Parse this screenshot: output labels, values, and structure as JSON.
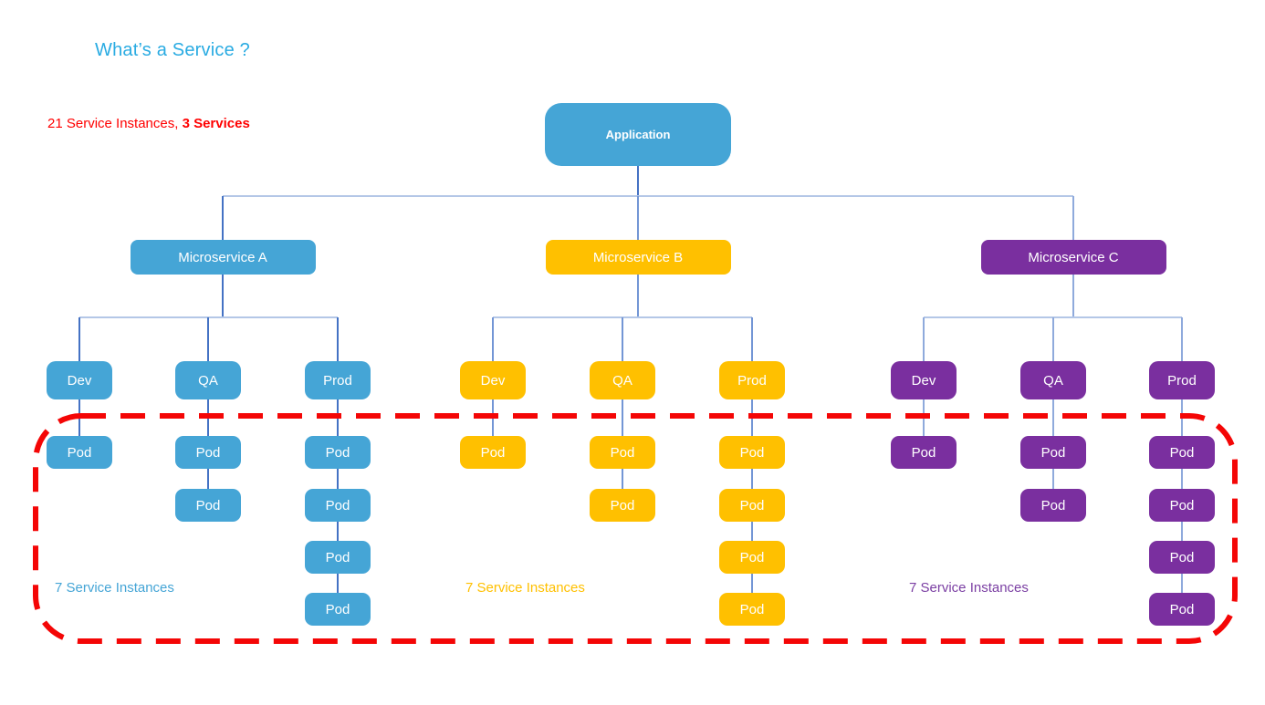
{
  "title": {
    "text": "What’s a Service ?",
    "color": "#29ABE2"
  },
  "subtitle": {
    "normal": "21 Service Instances, ",
    "bold": "3 Services",
    "color": "#FF0000"
  },
  "annotation_box": {
    "color": "#F40606"
  },
  "diagram": {
    "root": {
      "label": "Application",
      "color": "#45A5D6"
    },
    "connector_colors": {
      "horizontal": "#B4C7E7"
    },
    "groups": [
      {
        "name": "Microservice A",
        "color": "#45A5D6",
        "line_color": "#4472C4",
        "label_color": "#45A5D6",
        "instances_label": "7 Service Instances",
        "environments": [
          {
            "label": "Dev",
            "pods": [
              "Pod"
            ]
          },
          {
            "label": "QA",
            "pods": [
              "Pod",
              "Pod"
            ]
          },
          {
            "label": "Prod",
            "pods": [
              "Pod",
              "Pod",
              "Pod",
              "Pod"
            ]
          }
        ]
      },
      {
        "name": "Microservice B",
        "color": "#FFC000",
        "line_color": "#7396D5",
        "label_color": "#FFC000",
        "instances_label": "7 Service Instances",
        "environments": [
          {
            "label": "Dev",
            "pods": [
              "Pod"
            ]
          },
          {
            "label": "QA",
            "pods": [
              "Pod",
              "Pod"
            ]
          },
          {
            "label": "Prod",
            "pods": [
              "Pod",
              "Pod",
              "Pod",
              "Pod"
            ]
          }
        ]
      },
      {
        "name": "Microservice C",
        "color": "#7A2F9F",
        "line_color": "#8FAADC",
        "label_color": "#7B3FA3",
        "instances_label": "7 Service Instances",
        "environments": [
          {
            "label": "Dev",
            "pods": [
              "Pod"
            ]
          },
          {
            "label": "QA",
            "pods": [
              "Pod",
              "Pod"
            ]
          },
          {
            "label": "Prod",
            "pods": [
              "Pod",
              "Pod",
              "Pod",
              "Pod"
            ]
          }
        ]
      }
    ]
  }
}
